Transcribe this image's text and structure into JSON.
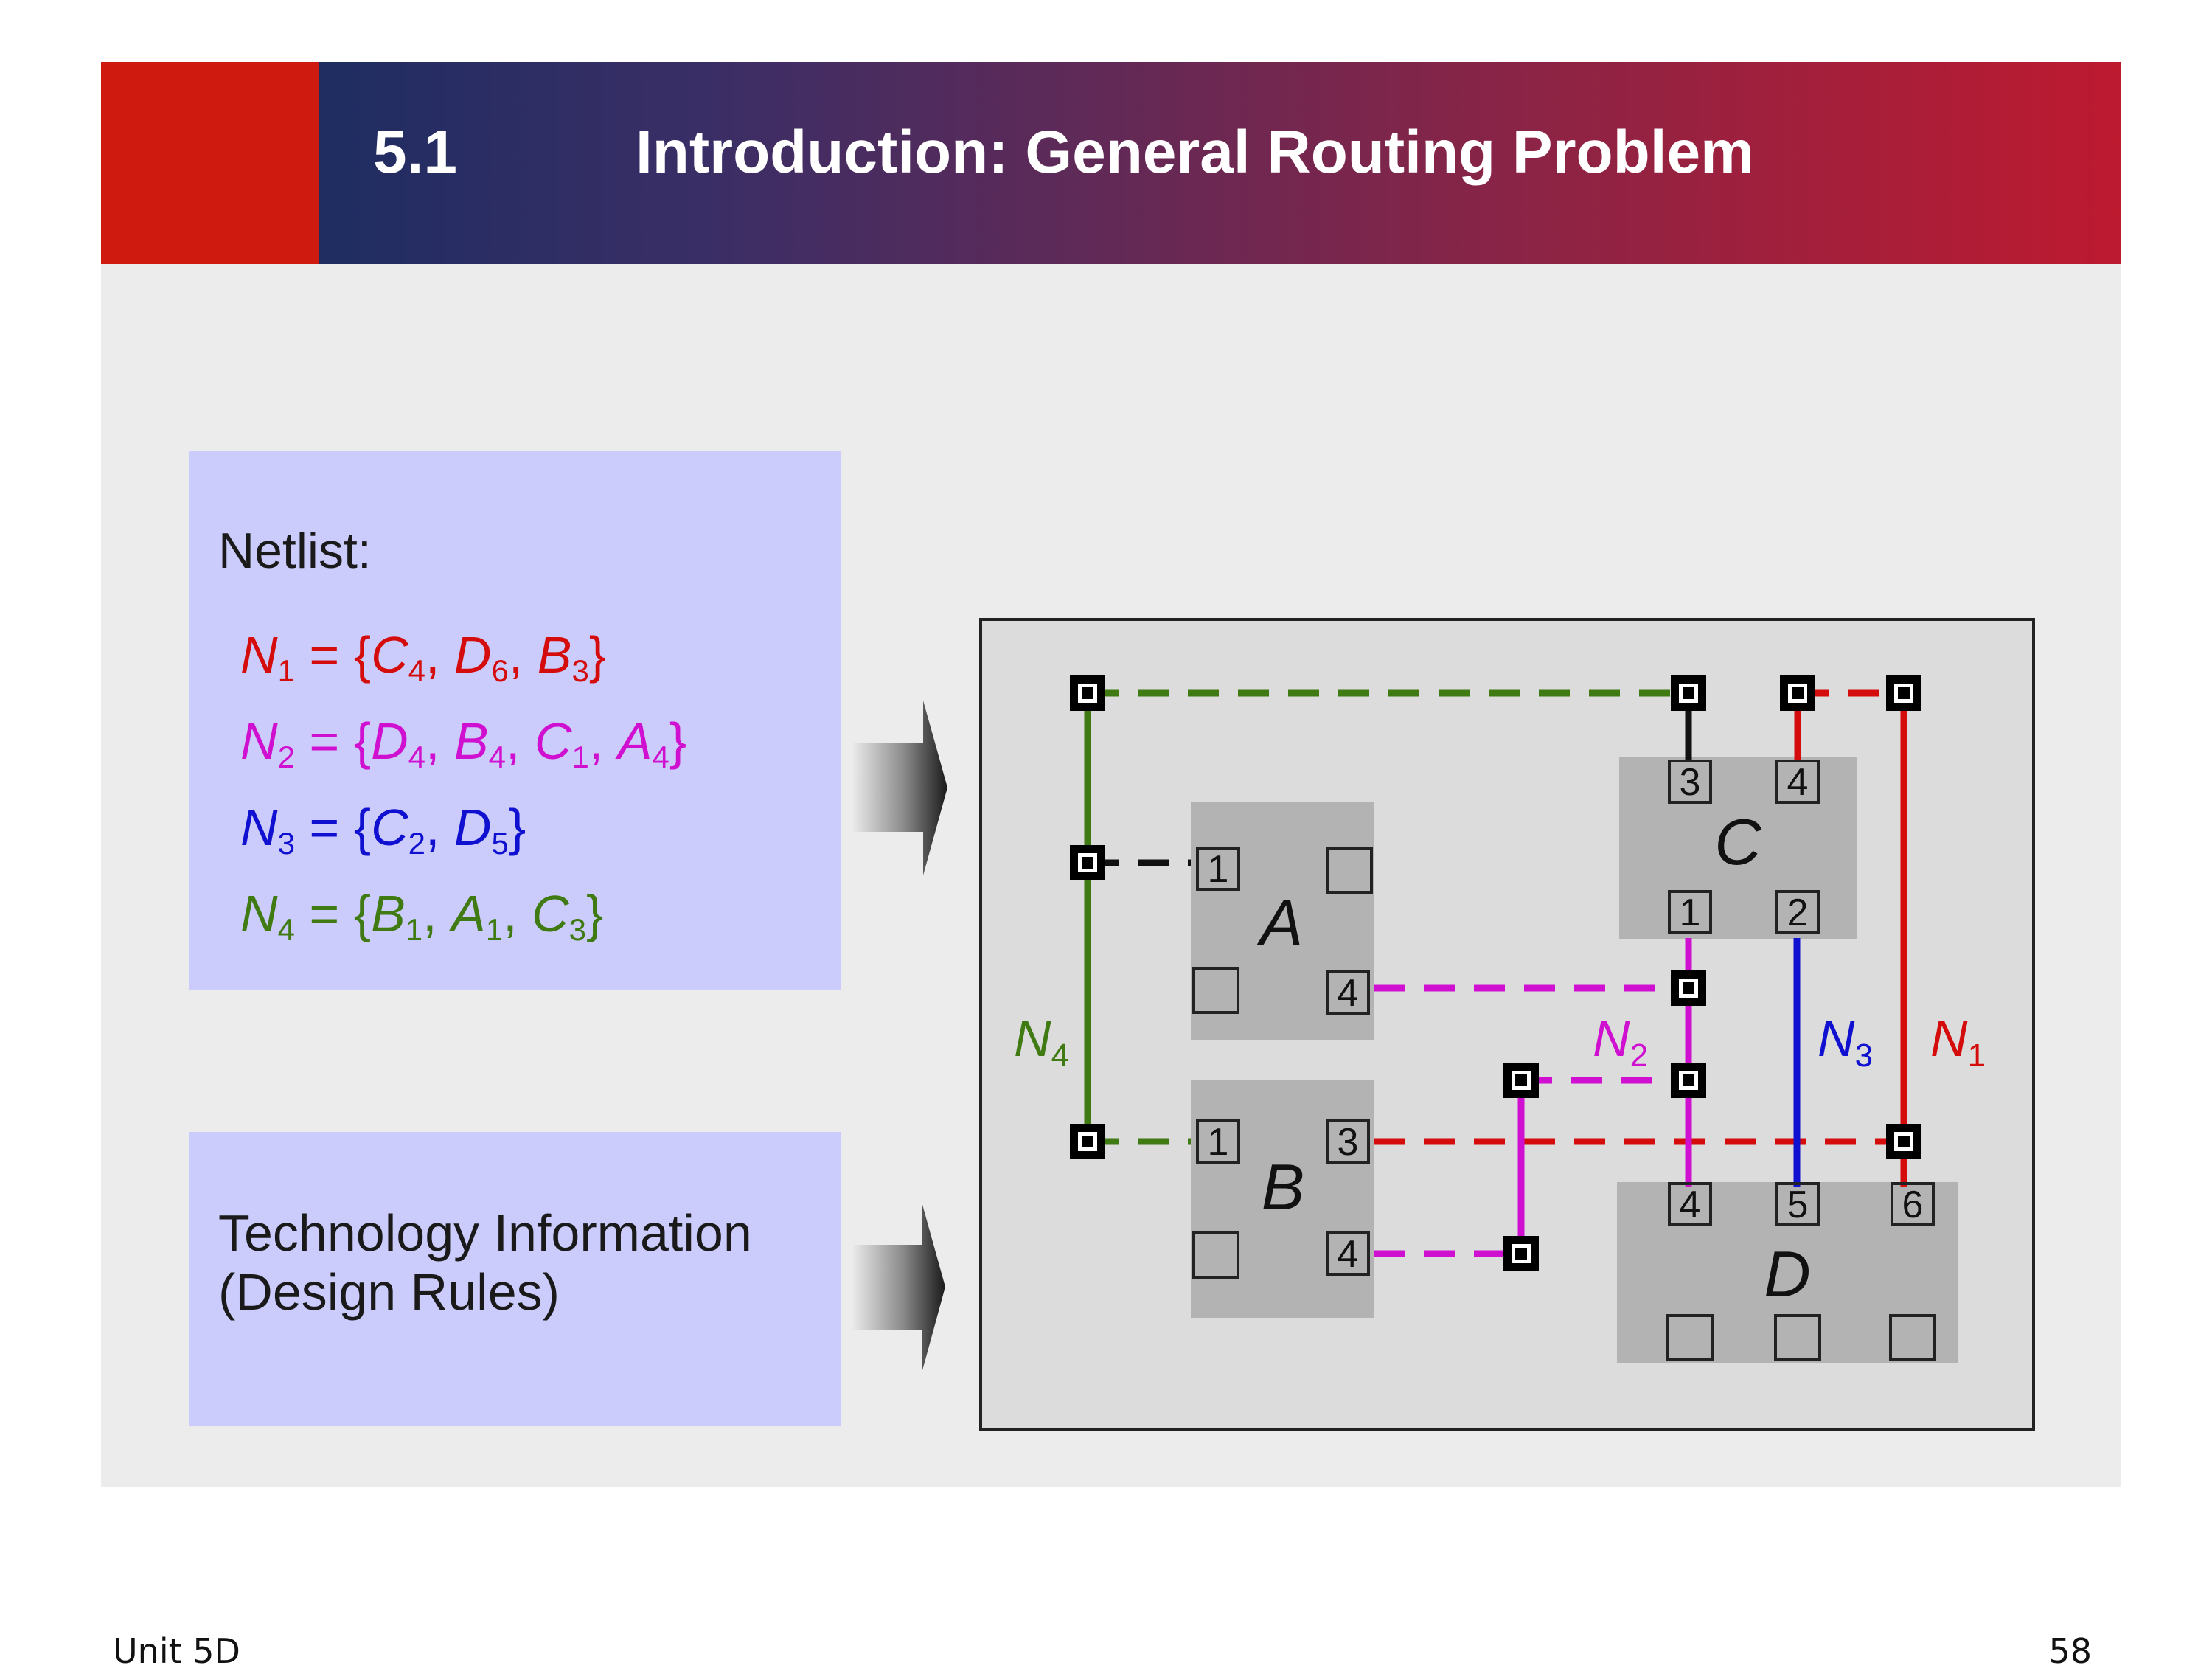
{
  "header": {
    "section_number": "5.1",
    "title": "Introduction: General Routing Problem"
  },
  "netlist": {
    "heading": "Netlist:",
    "nets": [
      {
        "name": "N",
        "sub": "1",
        "color": "#d40c0c",
        "pins": [
          {
            "cell": "C",
            "pin": "4"
          },
          {
            "cell": "D",
            "pin": "6"
          },
          {
            "cell": "B",
            "pin": "3"
          }
        ]
      },
      {
        "name": "N",
        "sub": "2",
        "color": "#d010d0",
        "pins": [
          {
            "cell": "D",
            "pin": "4"
          },
          {
            "cell": "B",
            "pin": "4"
          },
          {
            "cell": "C",
            "pin": "1"
          },
          {
            "cell": "A",
            "pin": "4"
          }
        ]
      },
      {
        "name": "N",
        "sub": "3",
        "color": "#1010d0",
        "pins": [
          {
            "cell": "C",
            "pin": "2"
          },
          {
            "cell": "D",
            "pin": "5"
          }
        ]
      },
      {
        "name": "N",
        "sub": "4",
        "color": "#3f7a12",
        "pins": [
          {
            "cell": "B",
            "pin": "1"
          },
          {
            "cell": "A",
            "pin": "1"
          },
          {
            "cell": "C",
            "pin": "3"
          }
        ]
      }
    ]
  },
  "technology": {
    "line1": "Technology Information",
    "line2": "(Design Rules)"
  },
  "diagram": {
    "cells": [
      "A",
      "B",
      "C",
      "D"
    ],
    "pin_numbers": {
      "A": [
        "1",
        "4"
      ],
      "B": [
        "1",
        "3",
        "4"
      ],
      "C": [
        "3",
        "4",
        "1",
        "2"
      ],
      "D": [
        "4",
        "5",
        "6"
      ]
    },
    "net_labels": [
      {
        "name": "N",
        "sub": "4",
        "color": "#3f7a12"
      },
      {
        "name": "N",
        "sub": "2",
        "color": "#d010d0"
      },
      {
        "name": "N",
        "sub": "3",
        "color": "#1010d0"
      },
      {
        "name": "N",
        "sub": "1",
        "color": "#d40c0c"
      }
    ]
  },
  "footer": {
    "unit": "Unit 5D",
    "page": "58"
  }
}
